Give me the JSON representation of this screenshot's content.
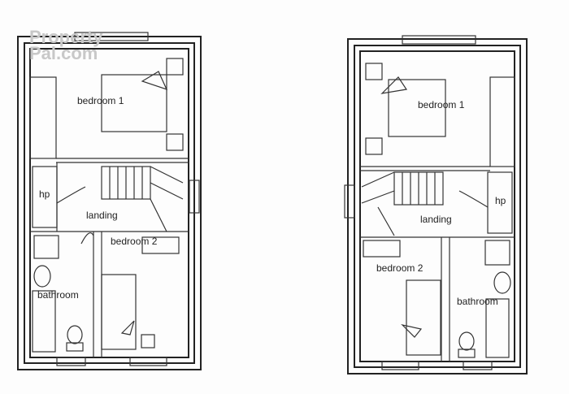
{
  "watermark": {
    "line1": "Property",
    "line2": "Pal.com"
  },
  "plans": [
    {
      "name": "left",
      "rooms": {
        "bedroom1": "bedroom 1",
        "hp": "hp",
        "landing": "landing",
        "bedroom2": "bedroom 2",
        "bathroom": "bathroom"
      }
    },
    {
      "name": "right",
      "rooms": {
        "bedroom1": "bedroom 1",
        "hp": "hp",
        "landing": "landing",
        "bedroom2": "bedroom 2",
        "bathroom": "bathroom"
      }
    }
  ]
}
